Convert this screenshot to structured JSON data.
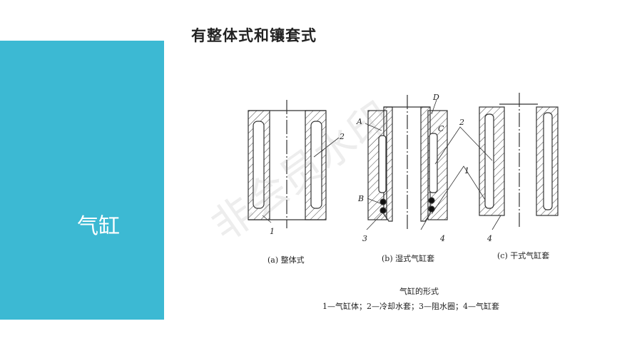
{
  "slide": {
    "title": "有整体式和镶套式",
    "panel_title": "气缸",
    "panel_color": "#3cb9d3"
  },
  "figure": {
    "subfigures": [
      {
        "caption": "(a) 整体式",
        "labels": [
          "1",
          "2"
        ]
      },
      {
        "caption": "(b) 湿式气缸套",
        "labels": [
          "A",
          "B",
          "C",
          "D",
          "3",
          "4"
        ]
      },
      {
        "caption": "(c) 干式气缸套",
        "labels": [
          "2",
          "1",
          "4"
        ]
      }
    ],
    "title": "气缸的形式",
    "legend": "1—气缸体；2—冷却水套；3—阻水圈；4—气缸套",
    "watermark": "非会员水印"
  }
}
